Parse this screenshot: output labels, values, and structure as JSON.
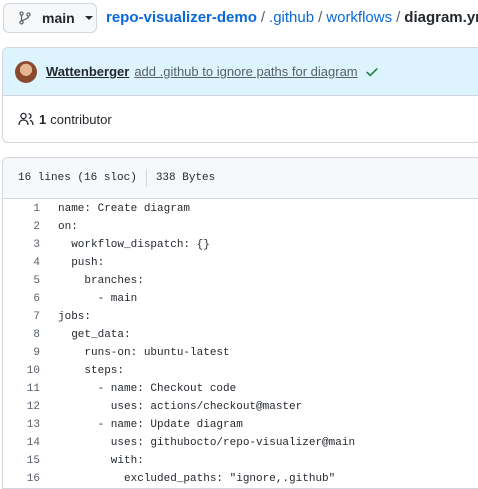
{
  "branch": {
    "name": "main",
    "icon": "git-branch-icon"
  },
  "breadcrumb": {
    "repo": "repo-visualizer-demo",
    "folder1": ".github",
    "folder2": "workflows",
    "file": "diagram.yml",
    "separator": "/"
  },
  "commit": {
    "author": "Wattenberger",
    "message": "add .github to ignore paths for diagram",
    "status_icon": "check-icon",
    "status_color": "#1a7f37"
  },
  "contributors": {
    "count": "1",
    "label": "contributor",
    "icon": "people-icon"
  },
  "file_info": {
    "lines": "16 lines (16 sloc)",
    "size": "338 Bytes"
  },
  "code_lines": [
    {
      "num": "1",
      "text": "name: Create diagram"
    },
    {
      "num": "2",
      "text": "on:"
    },
    {
      "num": "3",
      "text": "  workflow_dispatch: {}"
    },
    {
      "num": "4",
      "text": "  push:"
    },
    {
      "num": "5",
      "text": "    branches:"
    },
    {
      "num": "6",
      "text": "      - main"
    },
    {
      "num": "7",
      "text": "jobs:"
    },
    {
      "num": "8",
      "text": "  get_data:"
    },
    {
      "num": "9",
      "text": "    runs-on: ubuntu-latest"
    },
    {
      "num": "10",
      "text": "    steps:"
    },
    {
      "num": "11",
      "text": "      - name: Checkout code"
    },
    {
      "num": "12",
      "text": "        uses: actions/checkout@master"
    },
    {
      "num": "13",
      "text": "      - name: Update diagram"
    },
    {
      "num": "14",
      "text": "        uses: githubocto/repo-visualizer@main"
    },
    {
      "num": "15",
      "text": "        with:"
    },
    {
      "num": "16",
      "text": "          excluded_paths: \"ignore,.github\""
    }
  ],
  "colors": {
    "link": "#0969da",
    "commit_bg": "#ddf4ff",
    "border": "#d0d7de"
  }
}
